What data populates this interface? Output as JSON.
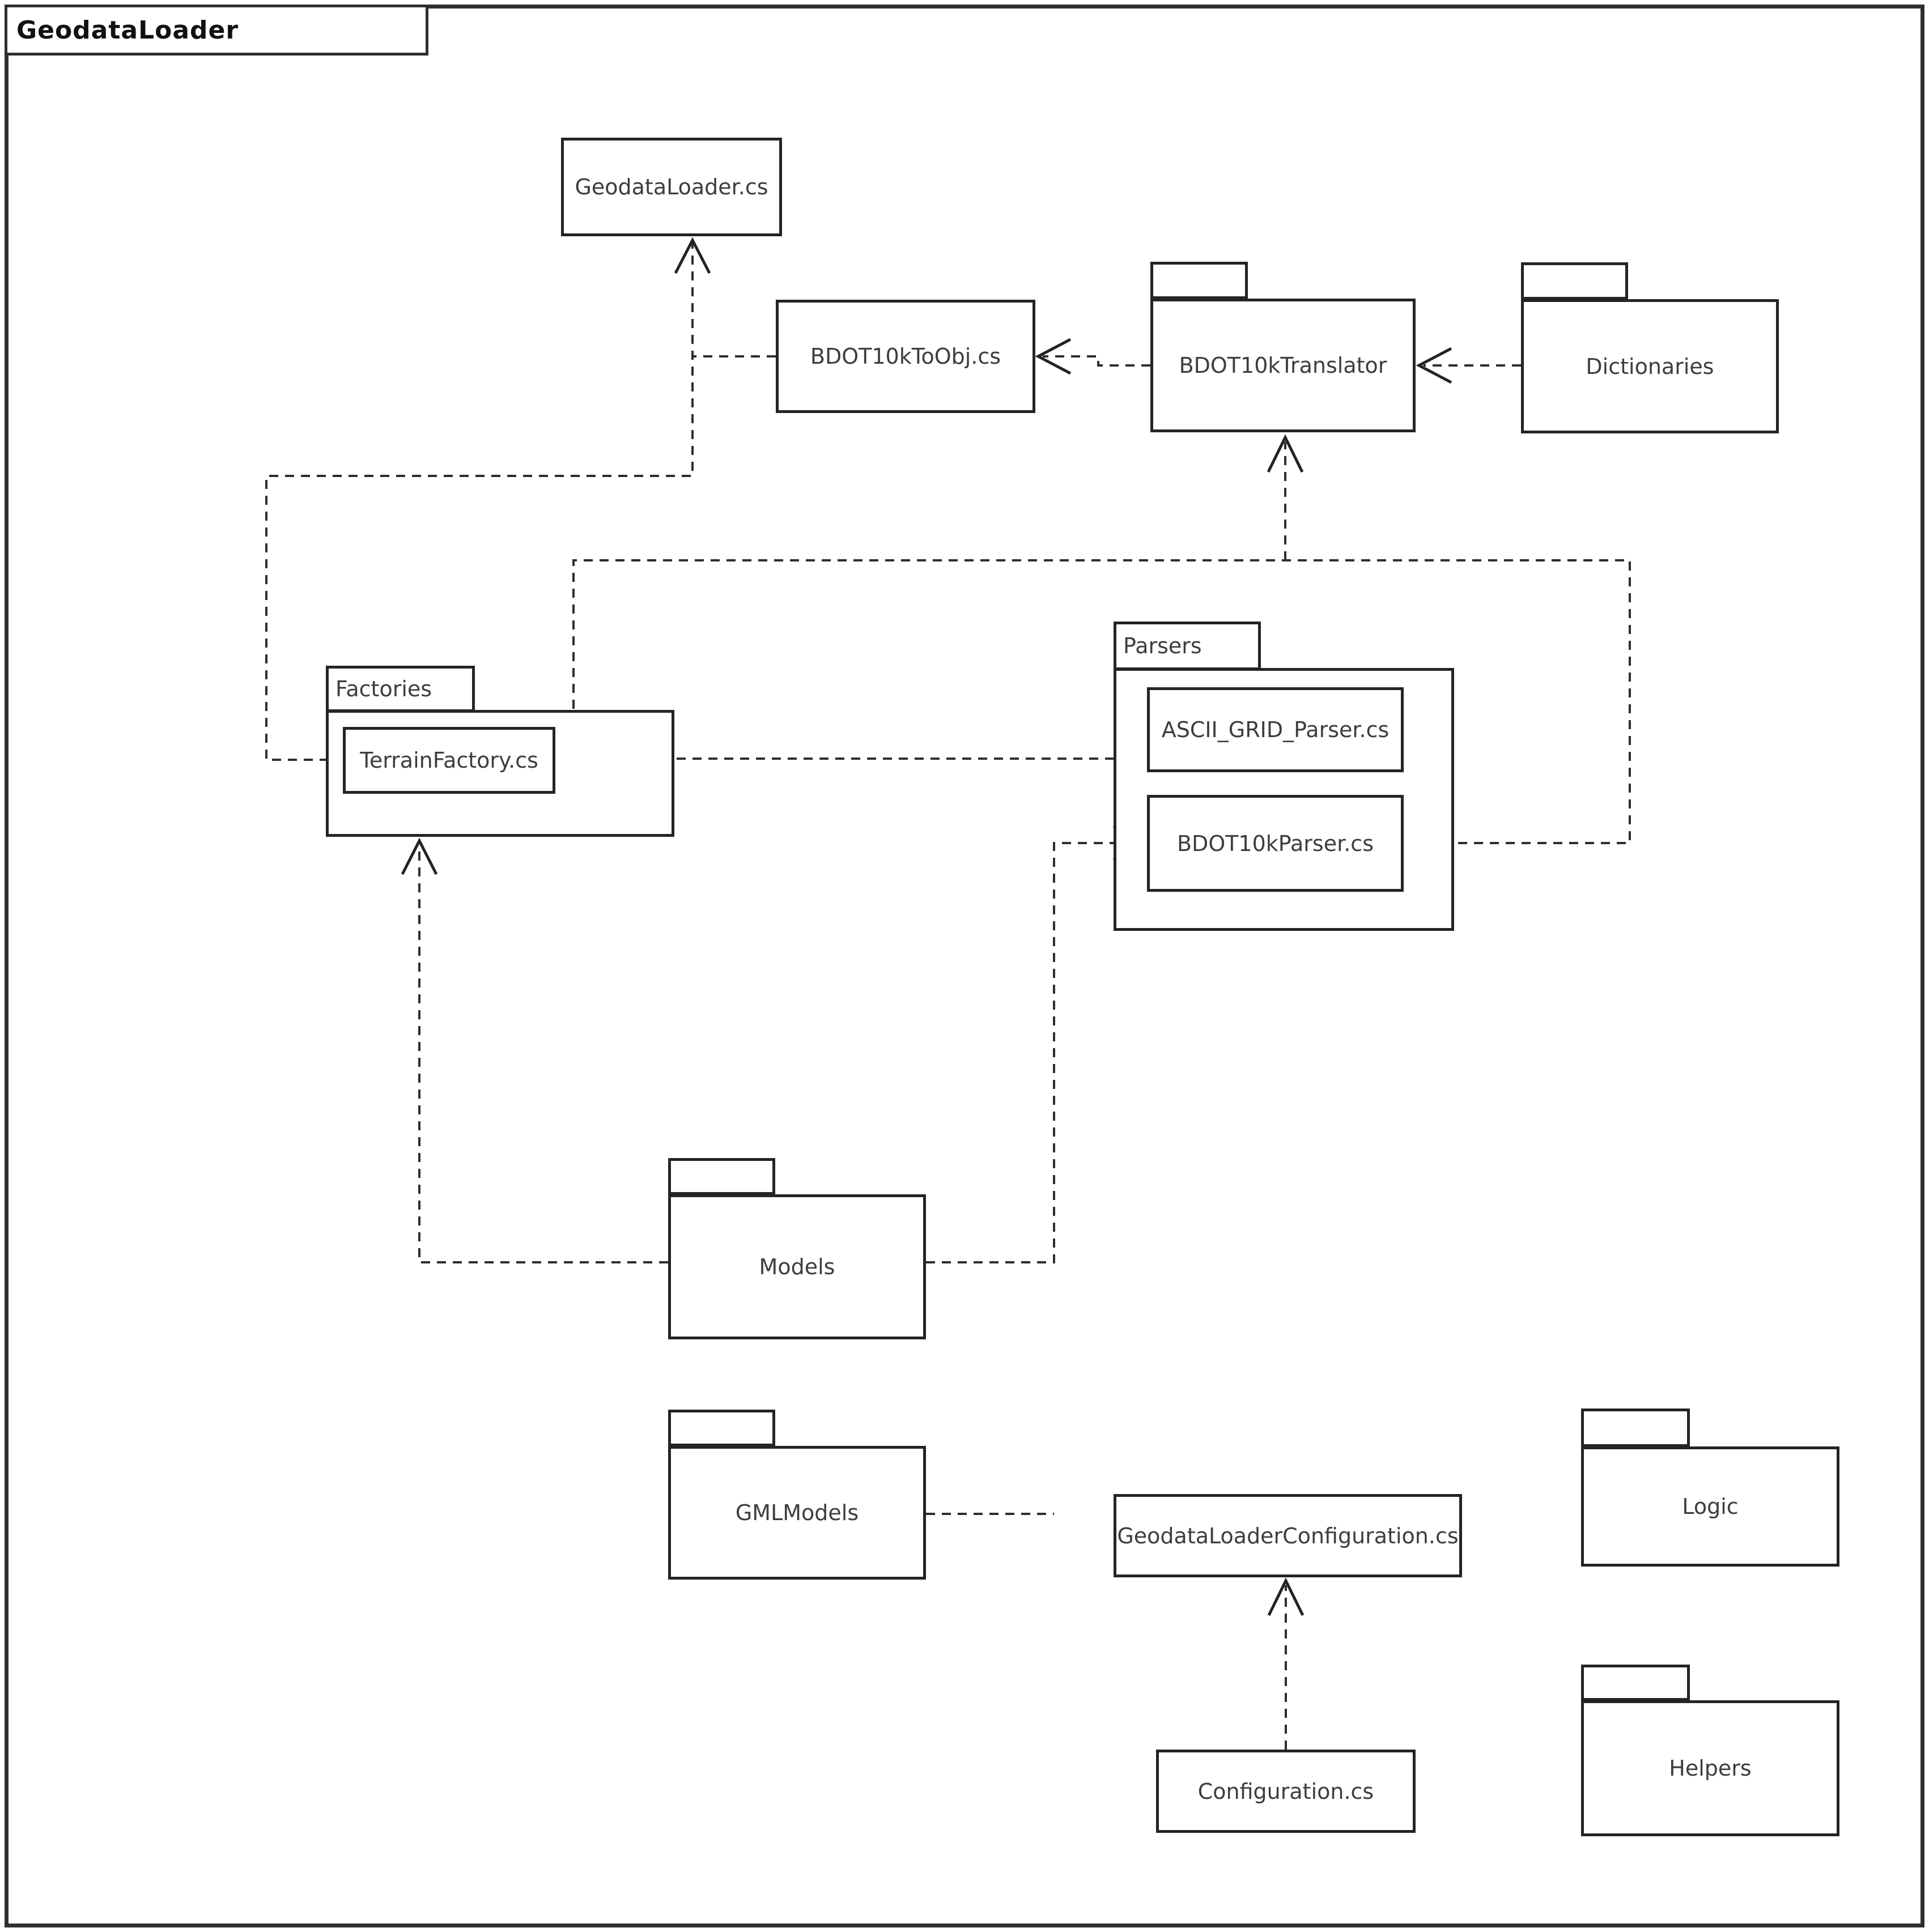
{
  "frame": {
    "title": "GeodataLoader"
  },
  "colors": {
    "line": "#2e2e2e",
    "border": "#242424",
    "text": "#3d3d3d",
    "background": "#ffffff"
  },
  "packages": {
    "bdot10ktranslator": {
      "label": "BDOT10kTranslator"
    },
    "dictionaries": {
      "label": "Dictionaries"
    },
    "factories": {
      "label": "Factories"
    },
    "parsers": {
      "label": "Parsers"
    },
    "models": {
      "label": "Models"
    },
    "gmlmodels": {
      "label": "GMLModels"
    },
    "logic": {
      "label": "Logic"
    },
    "helpers": {
      "label": "Helpers"
    }
  },
  "nodes": {
    "geodataloader_cs": {
      "label": "GeodataLoader.cs"
    },
    "bdot10ktoobj_cs": {
      "label": "BDOT10kToObj.cs"
    },
    "terrainfactory_cs": {
      "label": "TerrainFactory.cs"
    },
    "ascii_grid_parser_cs": {
      "label": "ASCII_GRID_Parser.cs"
    },
    "bdot10kparser_cs": {
      "label": "BDOT10kParser.cs"
    },
    "geodataloaderconfiguration_cs": {
      "label": "GeodataLoaderConfiguration.cs"
    },
    "configuration_cs": {
      "label": "Configuration.cs"
    }
  },
  "edges": [
    {
      "from": "TerrainFactory.cs",
      "to": "GeodataLoader.cs",
      "style": "dashed",
      "arrow": "open"
    },
    {
      "from": "BDOT10kToObj.cs",
      "to": "GeodataLoader.cs",
      "style": "dashed",
      "arrow": "open"
    },
    {
      "from": "BDOT10kTranslator",
      "to": "BDOT10kToObj.cs",
      "style": "dashed",
      "arrow": "open"
    },
    {
      "from": "Dictionaries",
      "to": "BDOT10kTranslator",
      "style": "dashed",
      "arrow": "open"
    },
    {
      "from": "Factories",
      "to": "BDOT10kTranslator",
      "style": "dashed",
      "arrow": "open"
    },
    {
      "from": "BDOT10kParser.cs",
      "to": "BDOT10kTranslator",
      "style": "dashed",
      "arrow": "open"
    },
    {
      "from": "ASCII_GRID_Parser.cs",
      "to": "TerrainFactory.cs",
      "style": "dashed",
      "arrow": "open"
    },
    {
      "from": "Models",
      "to": "Factories",
      "style": "dashed",
      "arrow": "open"
    },
    {
      "from": "Models",
      "to": "BDOT10kParser.cs",
      "style": "dashed",
      "arrow": "open"
    },
    {
      "from": "GMLModels",
      "to": "BDOT10kParser.cs",
      "style": "dashed",
      "arrow": "open"
    },
    {
      "from": "Configuration.cs",
      "to": "GeodataLoaderConfiguration.cs",
      "style": "dashed",
      "arrow": "open"
    }
  ]
}
